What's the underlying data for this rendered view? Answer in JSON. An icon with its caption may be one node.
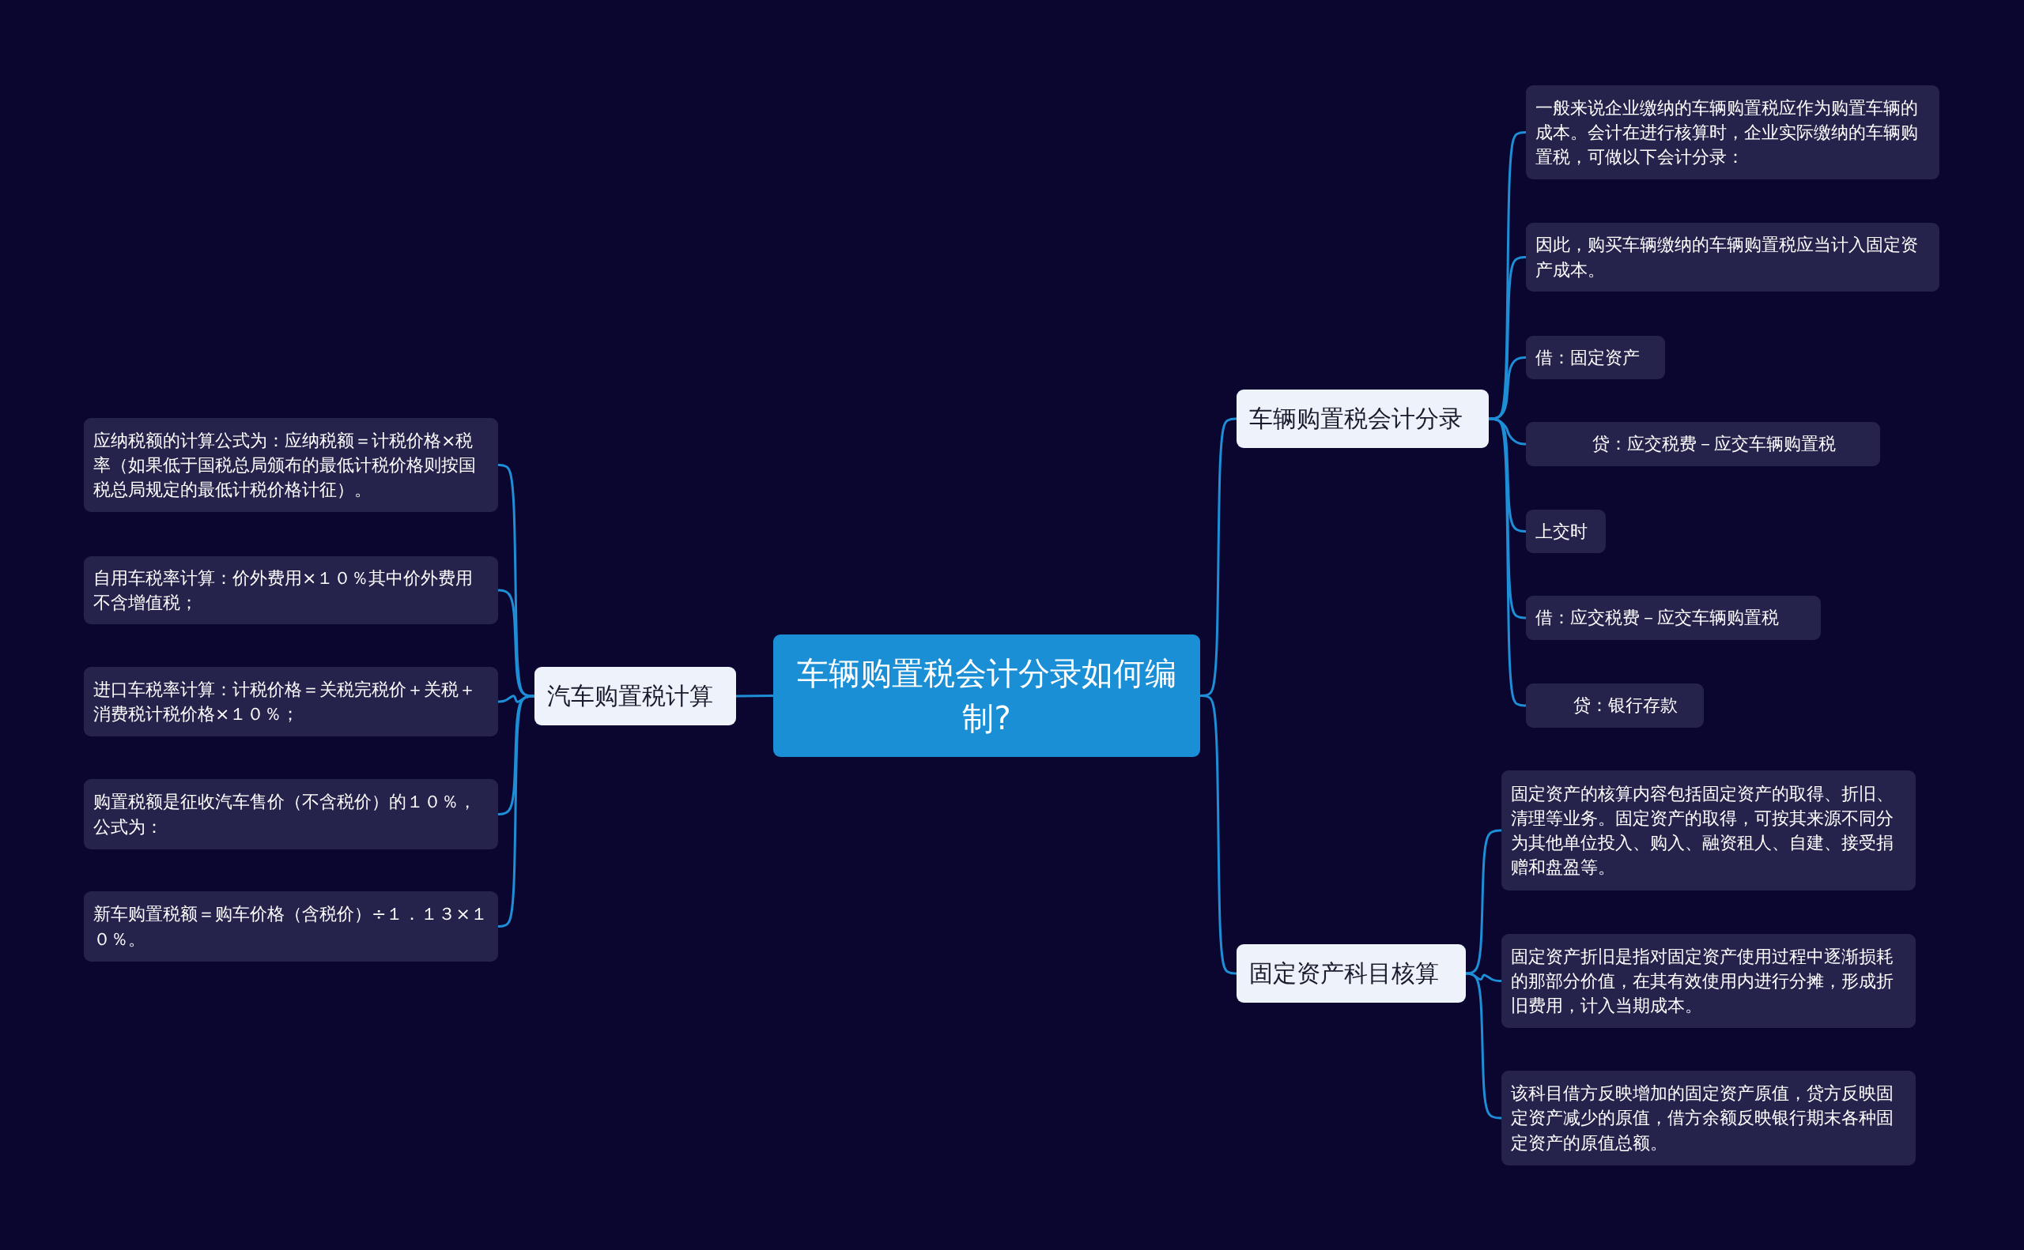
{
  "diagram": {
    "nodes": [
      {
        "text": [
          "车辆购置税会计分录如何编制?"
        ]
      },
      {
        "text": [
          "汽车购置税计算"
        ]
      },
      {
        "text": [
          "应纳税额的计算公式为：应纳税额＝计税价格×税率（如果低于国税总局颁布的最低计税价格则按国税总局规定的最低计税价格计征）。"
        ]
      },
      {
        "text": [
          "自用车税率计算：价外费用×１０％其中价外费用不含增值税；"
        ]
      },
      {
        "text": [
          "进口车税率计算：计税价格＝关税完税价＋关税＋消费税计税价格×１０％；"
        ]
      },
      {
        "text": [
          "购置税额是征收汽车售价（不含税价）的１０％，公式为："
        ]
      },
      {
        "text": [
          "新车购置税额＝购车价格（含税价）÷１．１３×１０％。"
        ]
      },
      {
        "text": [
          "车辆购置税会计分录"
        ]
      },
      {
        "text": [
          "一般来说企业缴纳的车辆购置税应作为购置车辆的成本。会计在进行核算时，企业实际缴纳的车辆购置税，可做以下会计分录："
        ]
      },
      {
        "text": [
          "因此，购买车辆缴纳的车辆购置税应当计入固定资产成本。"
        ]
      },
      {
        "text": [
          "借：固定资产"
        ]
      },
      {
        "text": [
          "贷：应交税费－应交车辆购置税"
        ]
      },
      {
        "text": [
          "上交时"
        ]
      },
      {
        "text": [
          "借：应交税费－应交车辆购置税"
        ]
      },
      {
        "text": [
          "贷：银行存款"
        ]
      },
      {
        "text": [
          "固定资产科目核算"
        ]
      },
      {
        "text": [
          "固定资产的核算内容包括固定资产的取得、折旧、清理等业务。固定资产的取得，可按其来源不同分为其他单位投入、购入、融资租人、自建、接受捐赠和盘盈等。"
        ]
      },
      {
        "text": [
          "固定资产折旧是指对固定资产使用过程中逐渐损耗的那部分价值，在其有效使用内进行分摊，形成折旧费用，计入当期成本。"
        ]
      },
      {
        "text": [
          "该科目借方反映增加的固定资产原值，贷方反映固定资产减少的原值，借方余额反映银行期末各种固定资产的原值总额。"
        ]
      }
    ],
    "edges": [
      {
        "from": 0,
        "to": 1,
        "arrow": "none"
      },
      {
        "from": 1,
        "to": 2,
        "arrow": "none"
      },
      {
        "from": 1,
        "to": 3,
        "arrow": "none"
      },
      {
        "from": 1,
        "to": 4,
        "arrow": "none"
      },
      {
        "from": 1,
        "to": 5,
        "arrow": "none"
      },
      {
        "from": 1,
        "to": 6,
        "arrow": "none"
      },
      {
        "from": 0,
        "to": 7,
        "arrow": "none"
      },
      {
        "from": 7,
        "to": 8,
        "arrow": "none"
      },
      {
        "from": 7,
        "to": 9,
        "arrow": "none"
      },
      {
        "from": 7,
        "to": 10,
        "arrow": "none"
      },
      {
        "from": 7,
        "to": 11,
        "arrow": "none"
      },
      {
        "from": 7,
        "to": 12,
        "arrow": "none"
      },
      {
        "from": 7,
        "to": 13,
        "arrow": "none"
      },
      {
        "from": 7,
        "to": 14,
        "arrow": "none"
      },
      {
        "from": 0,
        "to": 15,
        "arrow": "none"
      },
      {
        "from": 15,
        "to": 16,
        "arrow": "none"
      },
      {
        "from": 15,
        "to": 17,
        "arrow": "none"
      },
      {
        "from": 15,
        "to": 18,
        "arrow": "none"
      }
    ]
  }
}
